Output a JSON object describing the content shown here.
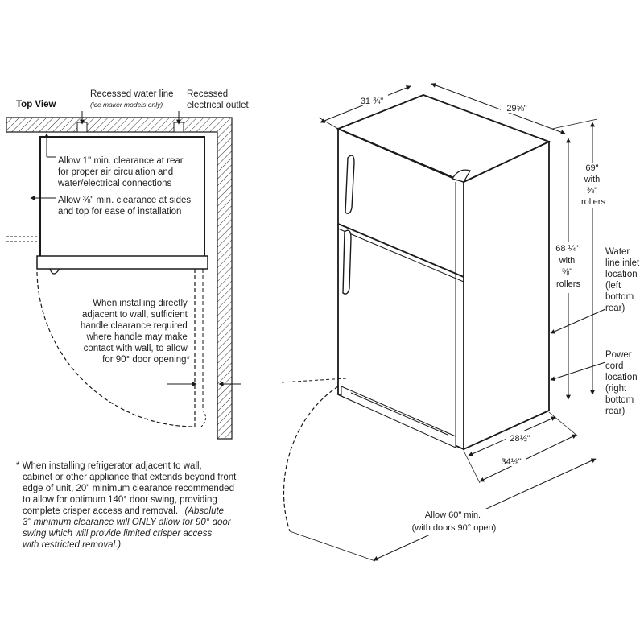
{
  "top_view": {
    "title": "Top View",
    "water_line_label": "Recessed water line",
    "water_line_note": "(ice maker models only)",
    "outlet_label_1": "Recessed",
    "outlet_label_2": "electrical outlet",
    "rear_clearance": [
      "Allow 1\" min. clearance at rear",
      "for proper air circulation and",
      "water/electrical connections"
    ],
    "side_clearance": [
      "Allow ⅜\" min. clearance at sides",
      "and top for ease of installation"
    ],
    "handle_note": [
      "When installing directly",
      "adjacent to wall, sufficient",
      "handle clearance required",
      "where handle may make",
      "contact with wall, to allow",
      "for 90° door opening*"
    ]
  },
  "footnote": {
    "plain": [
      "* When installing refrigerator adjacent to wall,",
      "cabinet or other appliance that extends beyond front",
      "edge of unit, 20\" minimum clearance recommended",
      "to allow for optimum 140° door swing, providing"
    ],
    "mixed_plain": "complete crisper access and removal.",
    "mixed_italic": "(Absolute",
    "italic": [
      "3\" minimum clearance will ONLY allow for 90° door",
      "swing which will provide limited crisper access",
      "with restricted removal.)"
    ]
  },
  "dimensions": {
    "width": "31 ¾\"",
    "depth_top": "29⅝\"",
    "height_roller": [
      "69\"",
      "with",
      "⅜\"",
      "rollers"
    ],
    "height_body": [
      "68 ¼\"",
      "with",
      "⅜\"",
      "rollers"
    ],
    "depth_cabinet": "28½\"",
    "depth_total": "34⅛\"",
    "allow_front": [
      "Allow 60\" min.",
      "(with doors 90° open)"
    ]
  },
  "callouts": {
    "water_inlet": [
      "Water",
      "line inlet",
      "location",
      "(left",
      "bottom",
      "rear)"
    ],
    "power_cord": [
      "Power",
      "cord",
      "location",
      "(right",
      "bottom",
      "rear)"
    ]
  }
}
